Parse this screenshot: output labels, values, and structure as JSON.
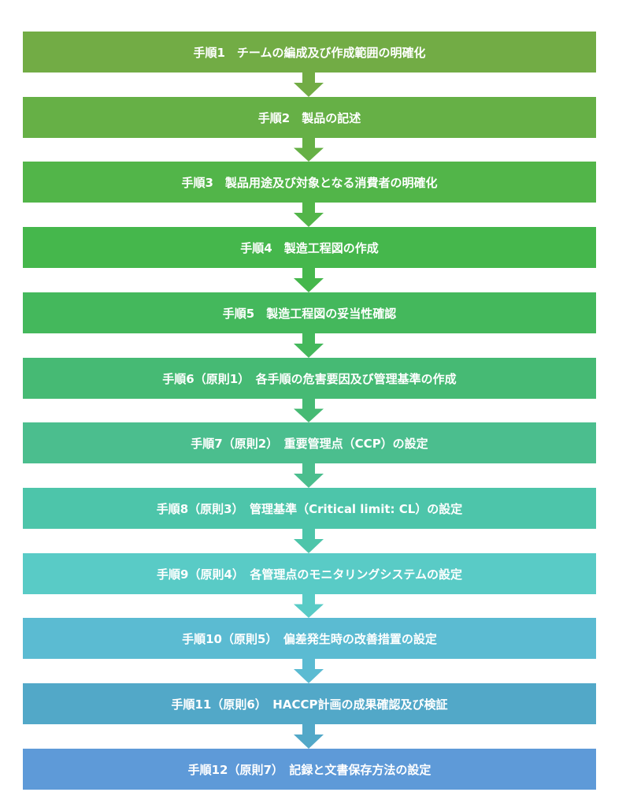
{
  "steps": [
    {
      "label": "手順1　チームの編成及び作成範囲の明確化",
      "color": "#72ac45"
    },
    {
      "label": "手順2　製品の記述",
      "color": "#66b046"
    },
    {
      "label": "手順3　製品用途及び対象となる消費者の明確化",
      "color": "#52b549"
    },
    {
      "label": "手順4　製造工程図の作成",
      "color": "#45b74c"
    },
    {
      "label": "手順5　製造工程図の妥当性確認",
      "color": "#44b85c"
    },
    {
      "label": "手順6（原則1）　各手順の危害要因及び管理基準の作成",
      "color": "#46ba74"
    },
    {
      "label": "手順7（原則2）　重要管理点（CCP）の設定",
      "color": "#4bbe8e"
    },
    {
      "label": "手順8（原則3）　管理基準（Critical limit: CL）の設定",
      "color": "#4dc5aa"
    },
    {
      "label": "手順9（原則4）　各管理点のモニタリングシステムの設定",
      "color": "#59cbc6"
    },
    {
      "label": "手順10（原則5）　偏差発生時の改善措置の設定",
      "color": "#5bbbd2"
    },
    {
      "label": "手順11（原則6）　HACCP計画の成果確認及び検証",
      "color": "#52a8c8"
    },
    {
      "label": "手順12（原則7）　記録と文書保存方法の設定",
      "color": "#5e9ad8"
    }
  ]
}
